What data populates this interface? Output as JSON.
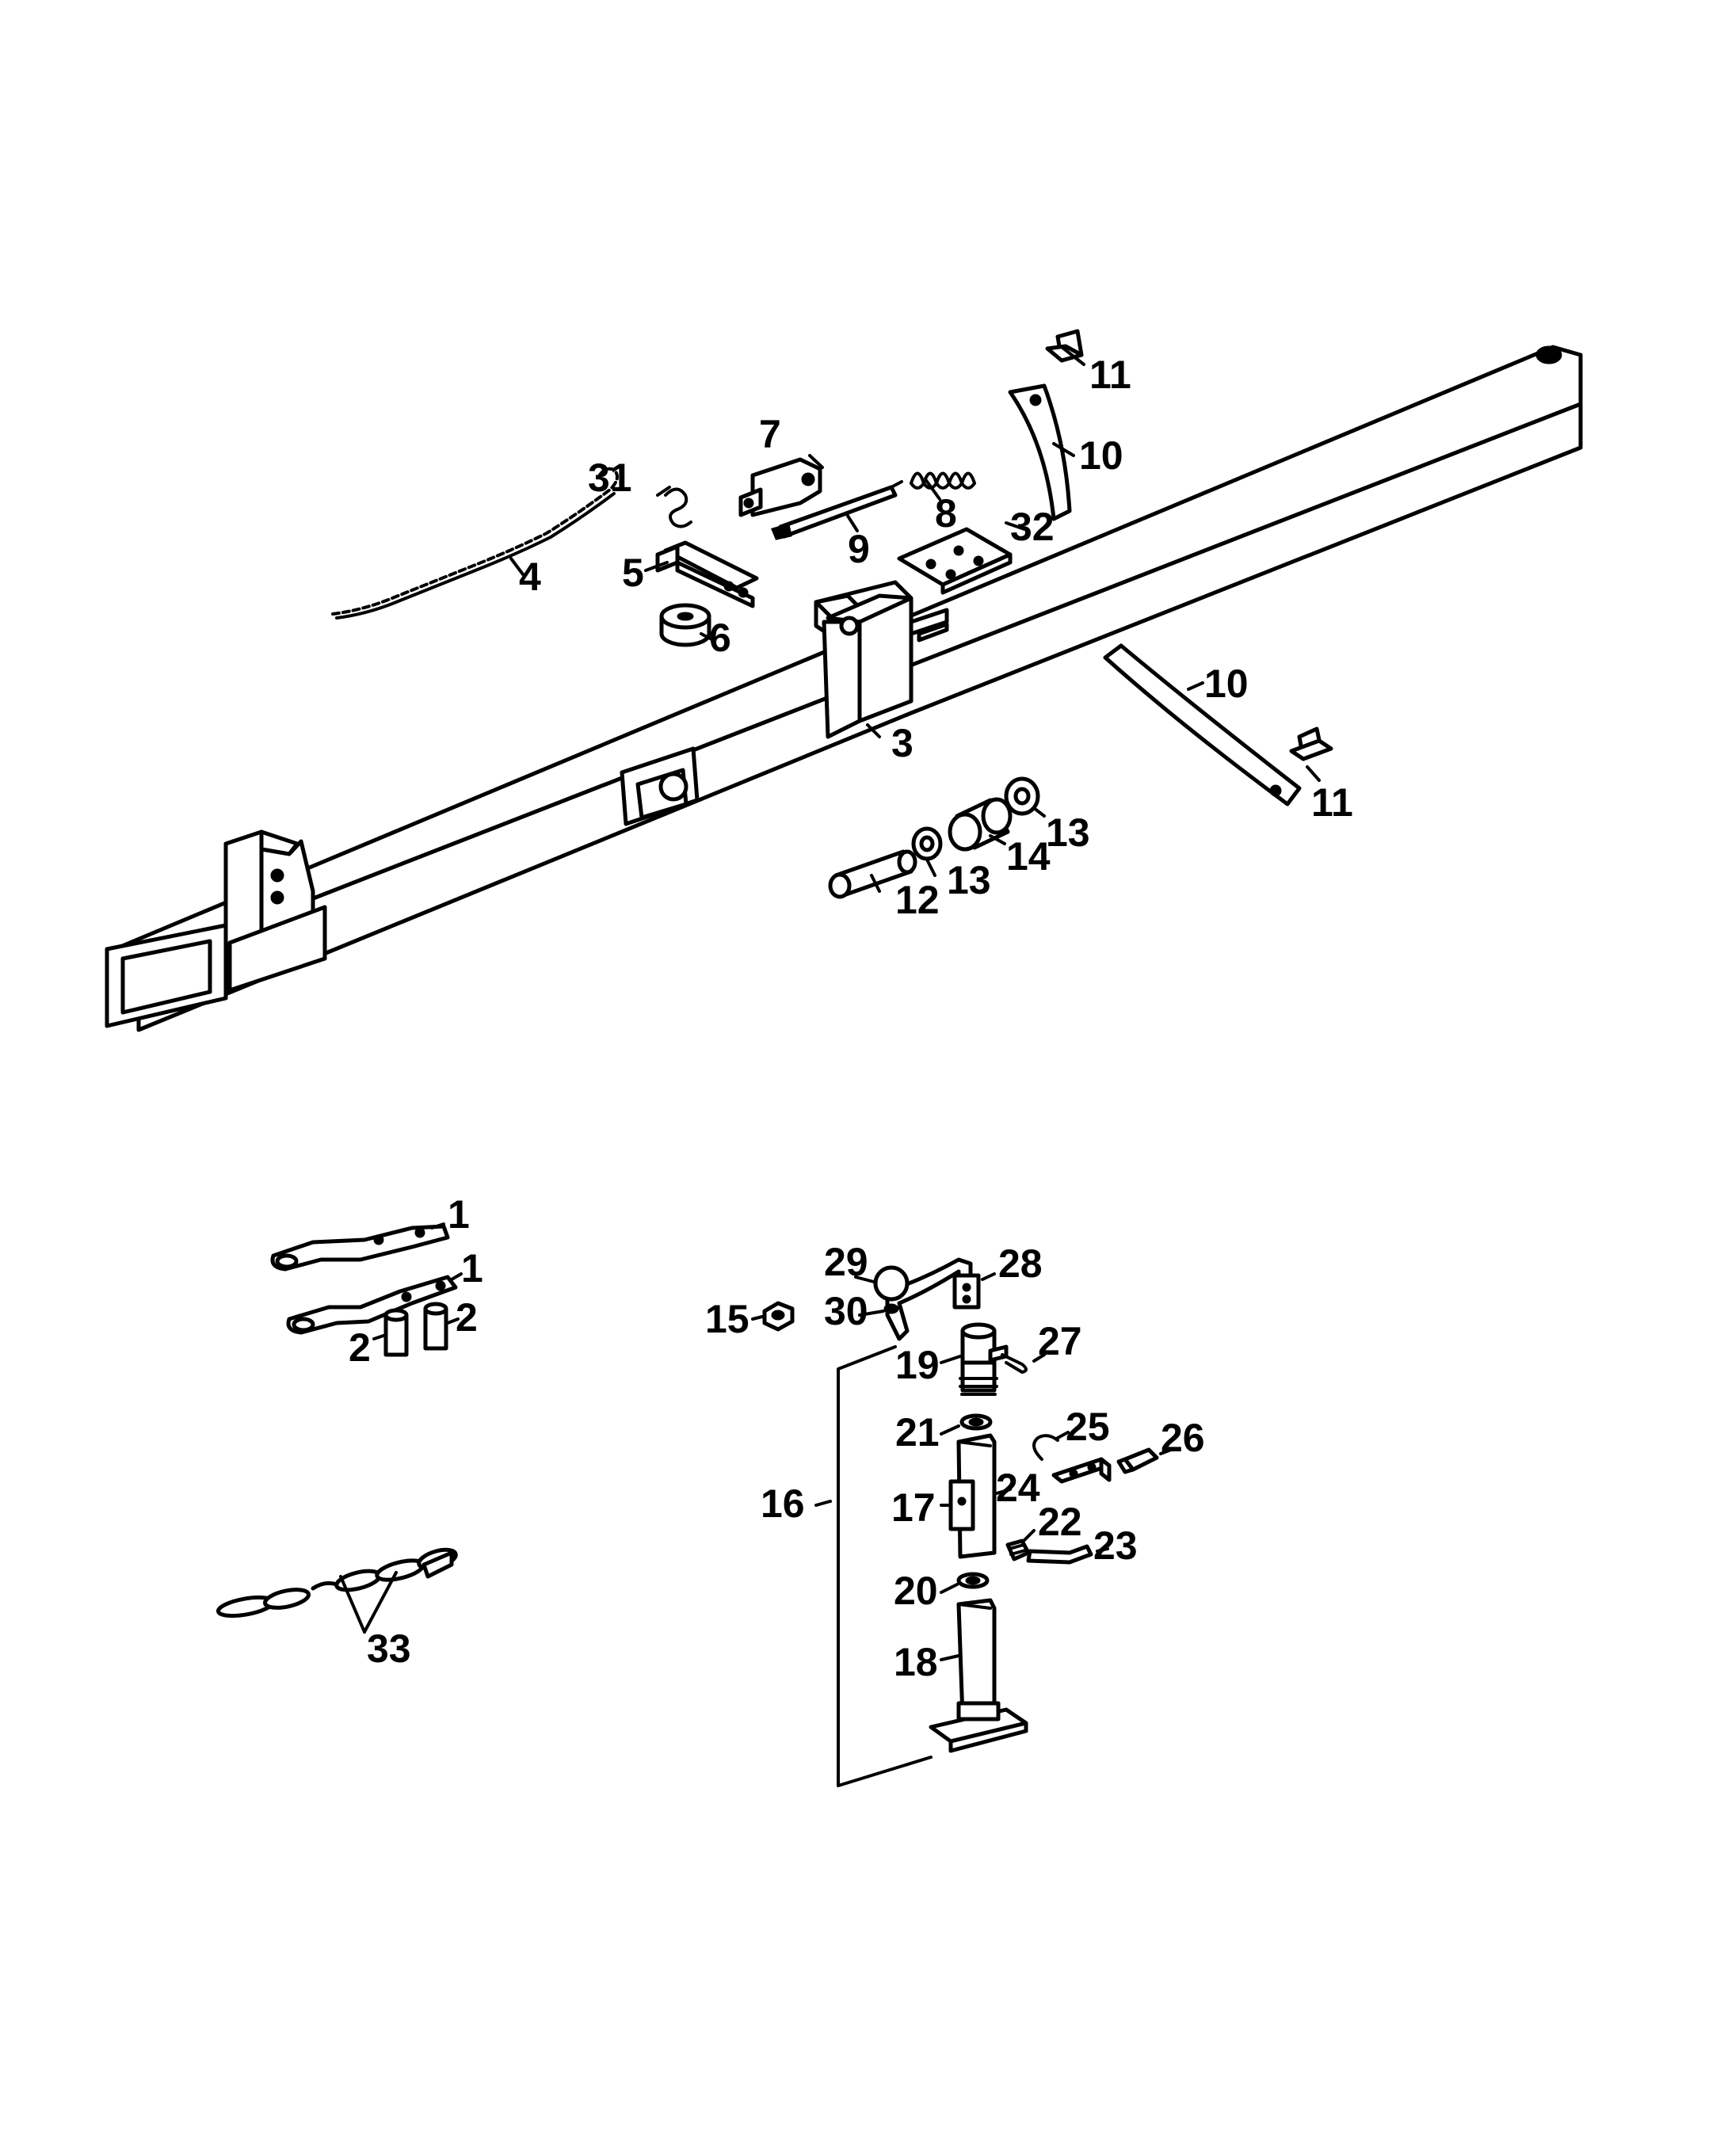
{
  "callouts": {
    "c1a": "1",
    "c1b": "1",
    "c2a": "2",
    "c2b": "2",
    "c3": "3",
    "c4": "4",
    "c5": "5",
    "c6": "6",
    "c7": "7",
    "c8": "8",
    "c9": "9",
    "c10a": "10",
    "c10b": "10",
    "c11a": "11",
    "c11b": "11",
    "c12": "12",
    "c13a": "13",
    "c13b": "13",
    "c14": "14",
    "c15": "15",
    "c16": "16",
    "c17": "17",
    "c18": "18",
    "c19": "19",
    "c20": "20",
    "c21": "21",
    "c22": "22",
    "c23": "23",
    "c24": "24",
    "c25": "25",
    "c26": "26",
    "c27": "27",
    "c28": "28",
    "c29": "29",
    "c30": "30",
    "c31": "31",
    "c32": "32",
    "c33": "33"
  }
}
